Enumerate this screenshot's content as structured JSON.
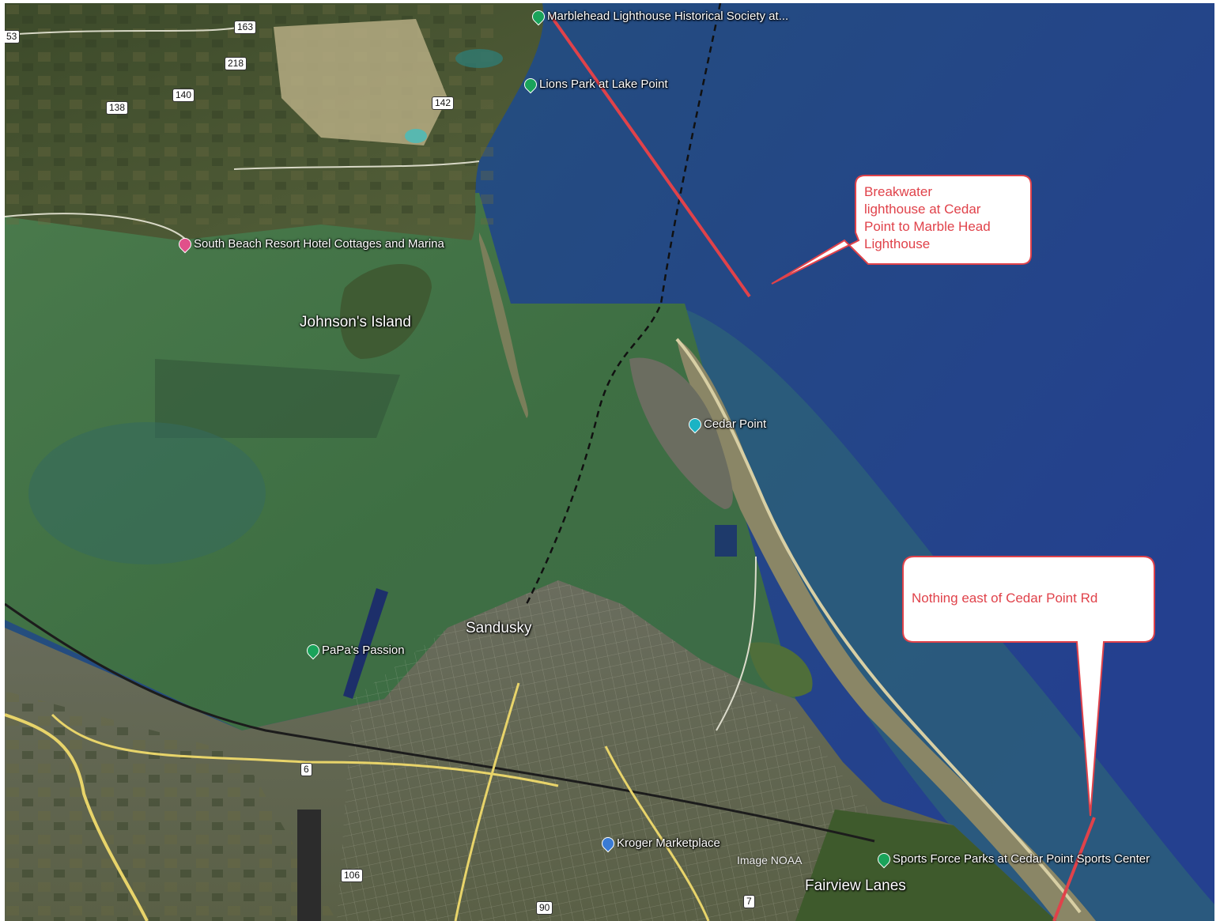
{
  "places": {
    "marblehead": "Marblehead Lighthouse Historical Society at...",
    "lions_park": "Lions Park at Lake Point",
    "south_beach": "South Beach Resort Hotel Cottages and Marina",
    "johnsons_island": "Johnson's Island",
    "cedar_point": "Cedar Point",
    "sandusky": "Sandusky",
    "papas_passion": "PaPa's Passion",
    "kroger": "Kroger Marketplace",
    "sports_force": "Sports Force Parks at Cedar Point Sports Center",
    "fairview": "Fairview Lanes"
  },
  "roads": {
    "r163": "163",
    "r218": "218",
    "r140": "140",
    "r138": "138",
    "r142": "142",
    "r53": "53",
    "r6": "6",
    "r106": "106",
    "r90": "90",
    "r7": "7"
  },
  "callouts": {
    "breakwater": [
      "Breakwater",
      "lighthouse at Cedar",
      "Point to Marble Head",
      "Lighthouse"
    ],
    "nothing_east": "Nothing east of Cedar Point Rd"
  },
  "attribution": "Image NOAA",
  "colors": {
    "annotation_red": "#e0424a",
    "deep_lake": "#1f3f86",
    "bay": "#3f6f3f",
    "land": "#4a5a35",
    "pin_green": "#1aa35a",
    "pin_pink": "#e0508a",
    "pin_teal": "#1bb3c4",
    "pin_blue": "#3a7bd5"
  },
  "icons": {
    "place_pin": "map-pin-icon",
    "shopping_pin": "shopping-bag-icon",
    "hotel_pin": "hotel-icon"
  }
}
